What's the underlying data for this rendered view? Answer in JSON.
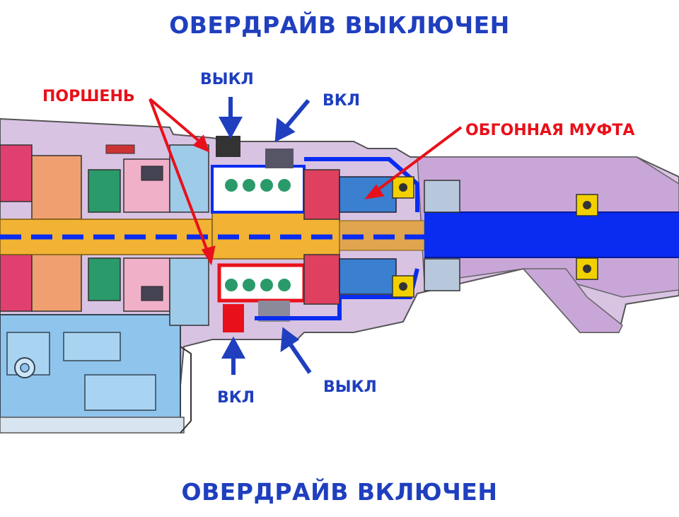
{
  "titles": {
    "top": "ОВЕРДРАЙВ ВЫКЛЮЧЕН",
    "bottom": "ОВЕРДРАЙВ ВКЛЮЧЕН"
  },
  "labels": {
    "piston": "ПОРШЕНЬ",
    "overrunning_clutch": "ОБГОННАЯ МУФТА",
    "top_off": "ВЫКЛ",
    "top_on": "ВКЛ",
    "bottom_on": "ВКЛ",
    "bottom_off": "ВЫКЛ"
  },
  "colors": {
    "title_blue": "#1f3fbf",
    "callout_red": "#e8101a",
    "shaft_yellow": "#f2b233",
    "output_blue": "#0a2cf0",
    "housing_purple": "#c9a6d8",
    "valve_body": "#8fc4ec",
    "gear_green": "#2a9a6a",
    "gear_pink": "#e04070"
  }
}
